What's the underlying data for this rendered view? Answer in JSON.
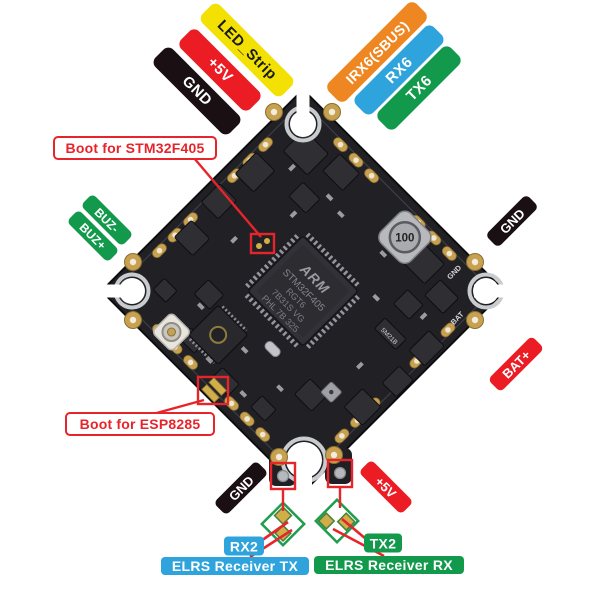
{
  "diagram": {
    "type": "flight-controller-pinout",
    "annotation_colors": {
      "yellow": "#F3E103",
      "red": "#EB1C24",
      "black": "#1A0F12",
      "orange": "#EE8722",
      "blue": "#2FA4DC",
      "green": "#12994C",
      "callout_red": "#E8242B",
      "white": "#FFFFFF",
      "dark_text": "#1A1A1A"
    },
    "wire_groups": {
      "top_left": [
        {
          "label": "LED_Strip",
          "color": "#F3E103",
          "text_color": "#1A1A1A"
        },
        {
          "label": "+5V",
          "color": "#EB1C24",
          "text_color": "#FFFFFF"
        },
        {
          "label": "GND",
          "color": "#1A0F12",
          "text_color": "#FFFFFF"
        }
      ],
      "top_right": [
        {
          "label": "IRX6(SBUS)",
          "color": "#EE8722",
          "text_color": "#FFFFFF"
        },
        {
          "label": "RX6",
          "color": "#2FA4DC",
          "text_color": "#FFFFFF"
        },
        {
          "label": "TX6",
          "color": "#12994C",
          "text_color": "#FFFFFF"
        }
      ],
      "left": [
        {
          "label": "BUZ-",
          "color": "#12994C",
          "text_color": "#FFFFFF"
        },
        {
          "label": "BUZ+",
          "color": "#12994C",
          "text_color": "#FFFFFF"
        }
      ],
      "right": [
        {
          "label": "GND",
          "color": "#1A0F12",
          "text_color": "#FFFFFF"
        },
        {
          "label": "BAT+",
          "color": "#EB1C24",
          "text_color": "#FFFFFF"
        }
      ],
      "bottom": [
        {
          "label": "GND",
          "color": "#1A0F12",
          "text_color": "#FFFFFF"
        },
        {
          "label": "+5V",
          "color": "#EB1C24",
          "text_color": "#FFFFFF"
        }
      ]
    },
    "callouts": [
      {
        "label": "Boot for STM32F405",
        "color": "#E8242B"
      },
      {
        "label": "Boot for ESP8285",
        "color": "#E8242B"
      }
    ],
    "receiver": {
      "pads": [
        {
          "label": "RX2",
          "color": "#2FA4DC",
          "text_color": "#FFFFFF"
        },
        {
          "label": "TX2",
          "color": "#12994C",
          "text_color": "#FFFFFF"
        }
      ],
      "rows": [
        {
          "label": "ELRS Receiver TX",
          "color": "#2FA4DC",
          "text_color": "#FFFFFF"
        },
        {
          "label": "ELRS Receiver RX",
          "color": "#12994C",
          "text_color": "#FFFFFF"
        }
      ]
    },
    "board": {
      "mcu_markings": [
        "ARM",
        "STM32F405",
        "RGT6",
        "7B31S VG",
        "PHL 7B 325"
      ],
      "inductor_marking": "100",
      "silkscreen_labels": [
        "GND",
        "BAT"
      ],
      "component_marking": "5M21B"
    }
  }
}
